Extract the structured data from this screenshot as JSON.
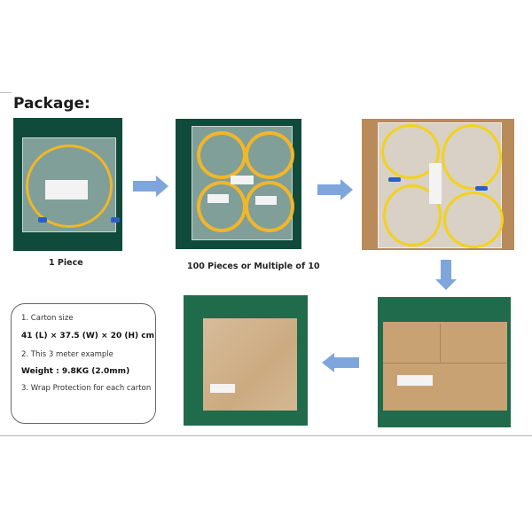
{
  "page": {
    "title": "Package:"
  },
  "steps": [
    {
      "id": "single-bag",
      "caption": "1 Piece",
      "image_desc": "single fiber patch cord in bag"
    },
    {
      "id": "bundle-bags",
      "caption": "100  Pieces or  Multiple of 10",
      "image_desc": "four bagged fiber patch cords"
    },
    {
      "id": "open-carton",
      "caption": "",
      "image_desc": "patch cords packed in open carton"
    },
    {
      "id": "sealed-carton",
      "caption": "",
      "image_desc": "sealed carton box"
    },
    {
      "id": "wrapped-carton",
      "caption": "",
      "image_desc": "carton with wrap protection"
    }
  ],
  "arrows": [
    {
      "direction": "right",
      "color": "#7ea6dc"
    },
    {
      "direction": "right",
      "color": "#7ea6dc"
    },
    {
      "direction": "down",
      "color": "#7ea6dc"
    },
    {
      "direction": "left",
      "color": "#7ea6dc"
    }
  ],
  "info": {
    "line1": "1.   Carton size",
    "line2": "41 (L) × 37.5 (W) × 20 (H)  cm",
    "line3": "2.   This  3 meter example",
    "line4": "Weight : 9.8KG    (2.0mm)",
    "line5": "3.  Wrap Protection for each carton"
  },
  "colors": {
    "arrow": "#7ea6dc",
    "background_green": "#0f4a3a",
    "fiber_yellow": "#f1b62a",
    "connector_blue": "#2a5fc7",
    "carton_brown": "#c9a476"
  }
}
